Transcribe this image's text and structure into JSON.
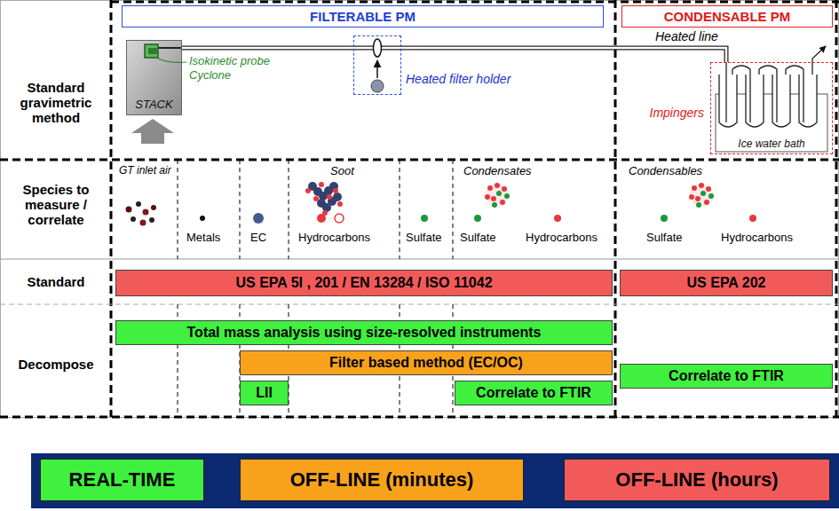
{
  "diagram": {
    "nodes": [
      {
        "text": [
          "FILTERABLE PM"
        ]
      },
      {
        "text": [
          "CONDENSABLE PM"
        ]
      },
      {
        "text": [
          "STACK"
        ]
      },
      {
        "text": [
          "Heated filter holder"
        ]
      },
      {
        "text": [
          "Impingers",
          "Ice water bath"
        ]
      },
      {
        "text": [
          "US EPA 5I , 201 / EN 13284 / ISO 11042"
        ]
      },
      {
        "text": [
          "US EPA 202"
        ]
      },
      {
        "text": [
          "Total mass analysis using size-resolved instruments"
        ]
      },
      {
        "text": [
          "Filter based method (EC/OC)"
        ]
      },
      {
        "text": [
          "LII"
        ]
      },
      {
        "text": [
          "Correlate to FTIR"
        ]
      },
      {
        "text": [
          "Correlate to FTIR"
        ]
      }
    ],
    "edges": [
      {
        "from": 2,
        "to": 3,
        "arrow": "none"
      },
      {
        "from": 3,
        "to": 4,
        "label": "Heated line",
        "arrow": "none"
      }
    ],
    "labels": [
      "Standard gravimetric method",
      "Species to measure / correlate",
      "Standard",
      "Decompose",
      "Isokinetic probe",
      "Cyclone",
      "GT inlet air",
      "Soot",
      "Condensates",
      "Condensables",
      "Metals",
      "EC",
      "Hydrocarbons",
      "Sulfate",
      "Sulfate",
      "Hydrocarbons",
      "Sulfate",
      "Hydrocarbons"
    ],
    "legend": [
      {
        "text": "REAL-TIME",
        "color": "#3ff03f"
      },
      {
        "text": "OFF-LINE (minutes)",
        "color": "#f8a21c"
      },
      {
        "text": "OFF-LINE (hours)",
        "color": "#f25a5a"
      }
    ]
  }
}
